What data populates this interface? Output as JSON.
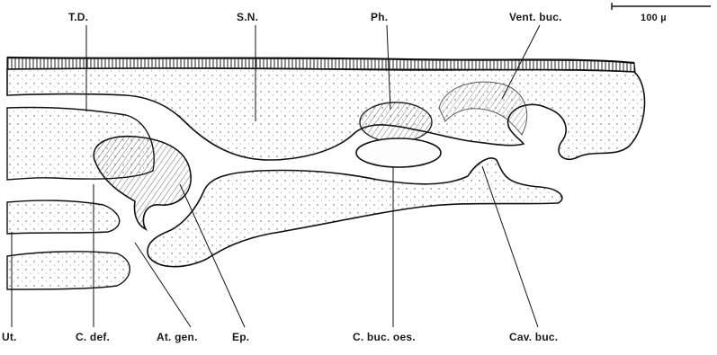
{
  "figure": {
    "scale_bar": {
      "label": "100 µ"
    },
    "labels": {
      "td": "T.D.",
      "sn": "S.N.",
      "ph": "Ph.",
      "vent_buc": "Vent. buc.",
      "ut": "Ut.",
      "c_def": "C. def.",
      "at_gen": "At. gen.",
      "ep": "Ep.",
      "c_buc_oes": "C. buc. oes.",
      "cav_buc": "Cav. buc."
    }
  }
}
